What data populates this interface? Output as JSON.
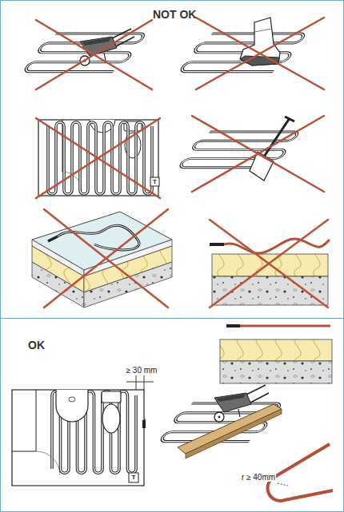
{
  "diagram": {
    "nodes": [
      {
        "text": [
          "NOT OK"
        ]
      },
      {
        "text": [
          "OK"
        ]
      }
    ],
    "labels": [
      "T",
      "≥ 30 mm",
      "T",
      "r ≥ 40mm"
    ]
  }
}
